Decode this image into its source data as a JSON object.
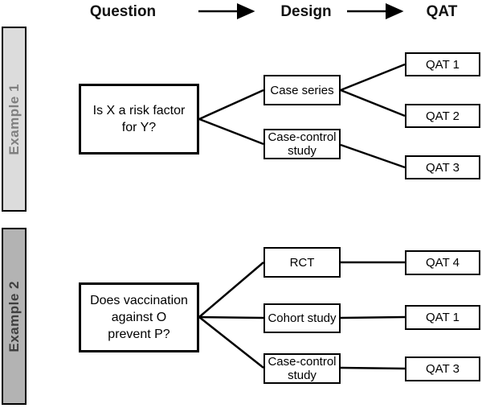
{
  "header": {
    "question_label": "Question",
    "design_label": "Design",
    "qat_label": "QAT"
  },
  "example1": {
    "label": "Example 1",
    "question_lines": [
      "Is X a risk factor",
      "for Y?"
    ],
    "designs": [
      {
        "lines": [
          "Case series"
        ]
      },
      {
        "lines": [
          "Case-control",
          "study"
        ]
      }
    ],
    "qats": [
      "QAT 1",
      "QAT 2",
      "QAT 3"
    ]
  },
  "example2": {
    "label": "Example 2",
    "question_lines": [
      "Does vaccination",
      "against O",
      "prevent P?"
    ],
    "designs": [
      {
        "lines": [
          "RCT"
        ]
      },
      {
        "lines": [
          "Cohort study"
        ]
      },
      {
        "lines": [
          "Case-control",
          "study"
        ]
      }
    ],
    "qats": [
      "QAT 4",
      "QAT 1",
      "QAT 3"
    ]
  },
  "colors": {
    "box_border": "#000000",
    "connector_line": "#000000",
    "example1_fill": "#dcdcdc",
    "example1_text": "#7f7f7f",
    "example2_fill": "#b3b3b3",
    "example2_text": "#3f3f3f",
    "header_text": "#111111"
  }
}
